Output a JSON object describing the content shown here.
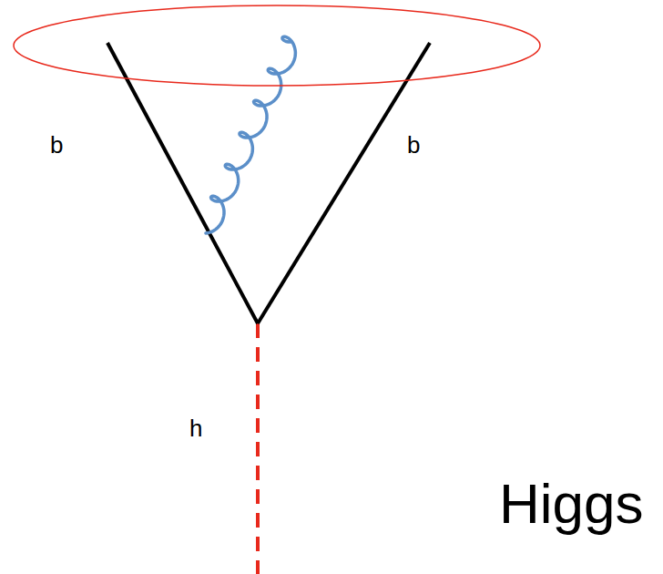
{
  "diagram": {
    "labels": [
      "b",
      "b",
      "h",
      "Higgs"
    ]
  }
}
